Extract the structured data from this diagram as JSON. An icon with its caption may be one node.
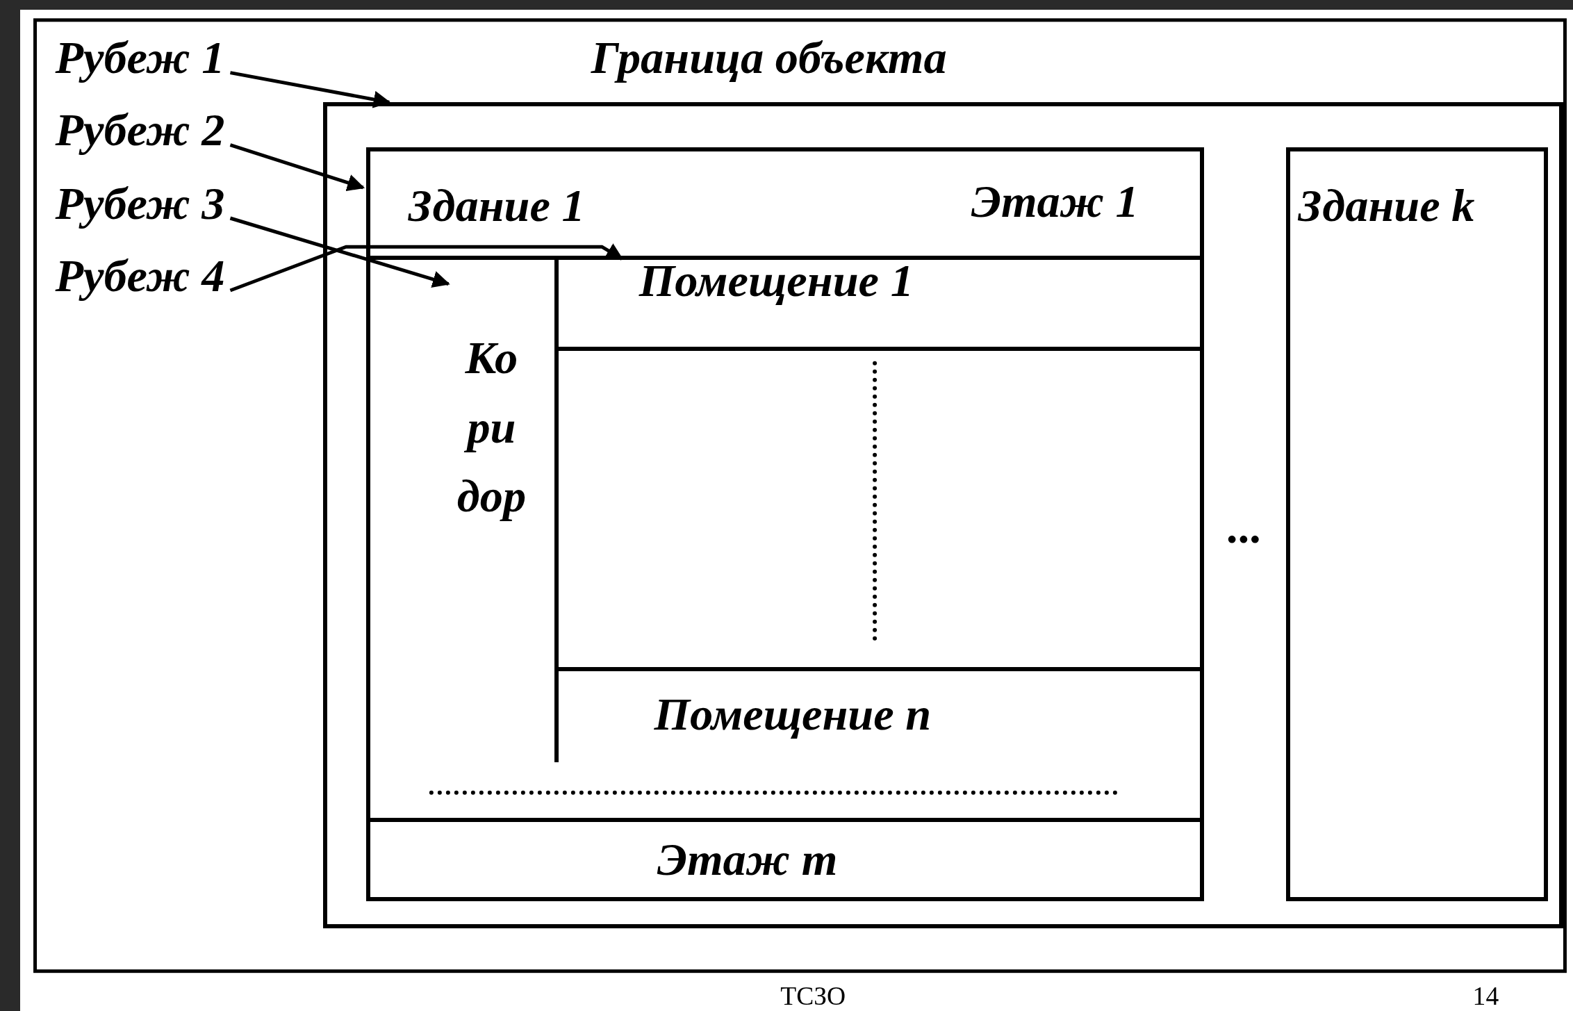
{
  "diagram": {
    "nodes": [
      {
        "text": [
          "Граница объекта"
        ]
      },
      {
        "text": [
          "Здание 1"
        ],
        "in": 0
      },
      {
        "text": [
          "Этаж 1"
        ],
        "in": 1
      },
      {
        "text": [
          "Ко ри дор"
        ],
        "in": 2
      },
      {
        "text": [
          "Помещение 1"
        ],
        "in": 2
      },
      {
        "text": [
          "Помещение n"
        ],
        "in": 2
      },
      {
        "text": [
          "Этаж m"
        ],
        "in": 1
      },
      {
        "text": [
          "Здание k"
        ],
        "in": 0
      },
      {
        "text": [
          "Рубеж 1"
        ]
      },
      {
        "text": [
          "Рубеж 2"
        ]
      },
      {
        "text": [
          "Рубеж 3"
        ]
      },
      {
        "text": [
          "Рубеж 4"
        ]
      }
    ],
    "edges": [
      {
        "from": 8,
        "to": 0,
        "arrow": "to"
      },
      {
        "from": 9,
        "to": 1,
        "arrow": "to"
      },
      {
        "from": 10,
        "to": 3,
        "arrow": "to"
      },
      {
        "from": 11,
        "to": 4,
        "arrow": "to"
      }
    ],
    "labels": [
      "...",
      "ТСЗО",
      "14"
    ]
  }
}
